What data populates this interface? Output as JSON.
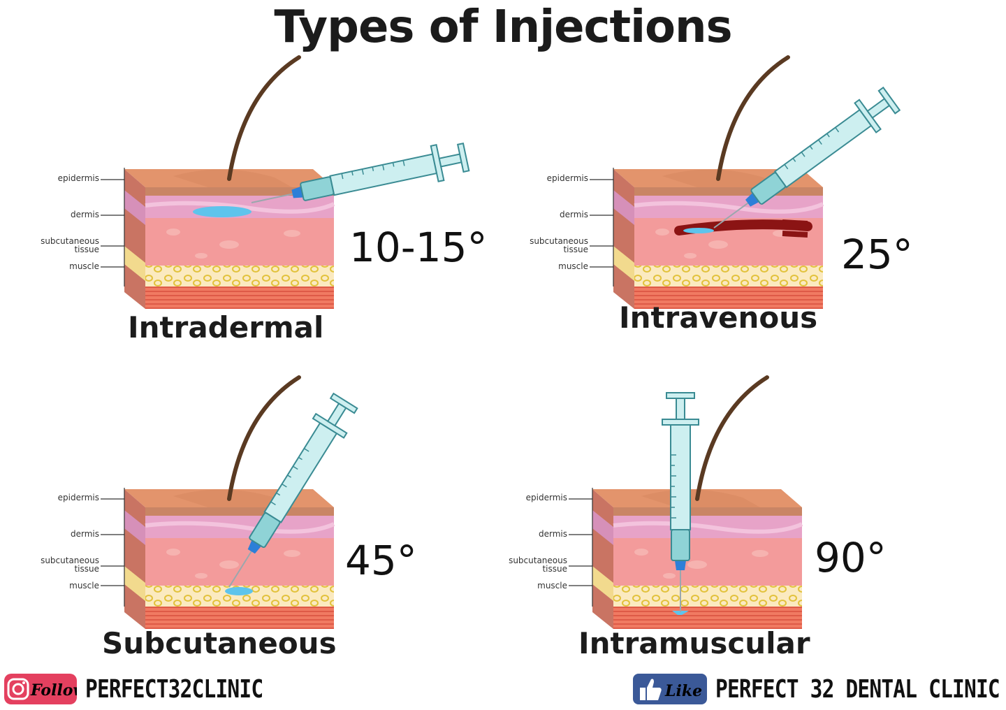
{
  "title": "Types of Injections",
  "layer_labels": [
    "epidermis",
    "dermis",
    "subcutaneous",
    "tissue",
    "muscle"
  ],
  "panels": [
    {
      "name": "Intradermal",
      "angle": "10-15°"
    },
    {
      "name": "Intravenous",
      "angle": "25°"
    },
    {
      "name": "Subcutaneous",
      "angle": "45°"
    },
    {
      "name": "Intramuscular",
      "angle": "90°"
    }
  ],
  "footer": {
    "instagram_badge": "Follow",
    "instagram_handle": "PERFECT32CLINIC",
    "facebook_badge": "Like",
    "facebook_handle": "PERFECT 32 DENTAL CLINIC"
  },
  "colors": {
    "skin_top": "#d98a63",
    "epidermis": "#e7a3c8",
    "dermis": "#f39b9b",
    "fat": "#fbeac0",
    "muscle": "#ef6a5a",
    "syringe": "#bfe9ea",
    "fluid": "#5ec4ec",
    "vein": "#8b1414",
    "hair": "#5a3a22"
  }
}
